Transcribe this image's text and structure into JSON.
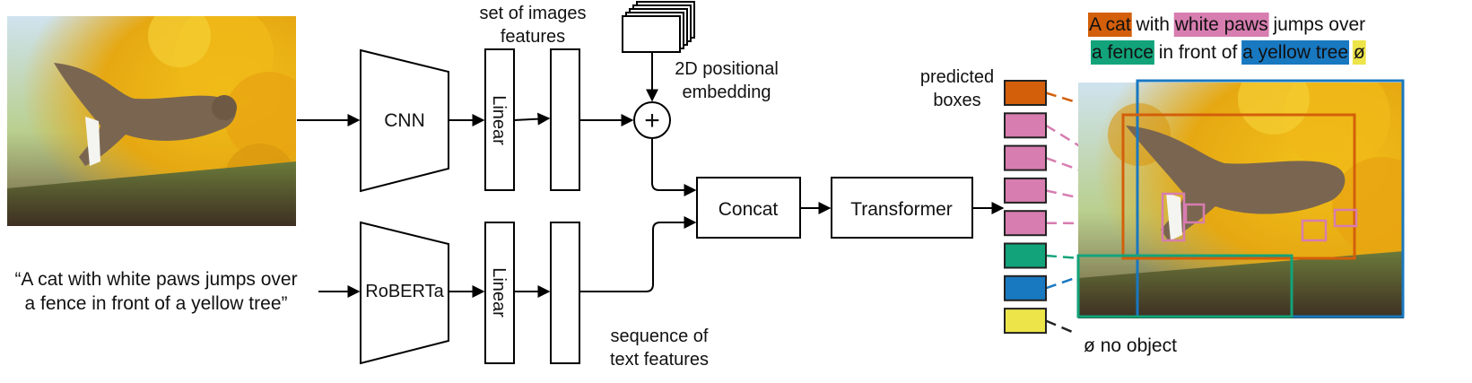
{
  "image_caption_text": {
    "line1": "“A cat with white paws jumps over",
    "line2": "a fence in front of a yellow tree”"
  },
  "modules": {
    "cnn": "CNN",
    "roberta": "RoBERTa",
    "linear_top": "Linear",
    "linear_bottom": "Linear",
    "concat": "Concat",
    "transformer": "Transformer"
  },
  "annotations": {
    "image_features_l1": "set of images",
    "image_features_l2": "features",
    "positional_l1": "2D positional",
    "positional_l2": "embedding",
    "text_features_l1": "sequence of",
    "text_features_l2": "text features",
    "predicted_l1": "predicted",
    "predicted_l2": "boxes",
    "no_object": "ø no object",
    "plus_symbol": "+"
  },
  "caption_phrases": [
    {
      "text": "A cat",
      "highlight": "#d35f0a"
    },
    {
      "text": " with ",
      "highlight": null
    },
    {
      "text": "white paws",
      "highlight": "#d77db0"
    },
    {
      "text": " jumps over",
      "highlight": null
    },
    {
      "text": "a fence",
      "highlight": "#12a37a"
    },
    {
      "text": " in front of ",
      "highlight": null
    },
    {
      "text": "a yellow tree",
      "highlight": "#1878c0"
    },
    {
      "text": " ",
      "highlight": null
    },
    {
      "text": "ø",
      "highlight": "#ede44a"
    }
  ],
  "predicted_boxes": [
    {
      "name": "cat",
      "color": "#d35f0a"
    },
    {
      "name": "paw-1",
      "color": "#d77db0"
    },
    {
      "name": "paw-2",
      "color": "#d77db0"
    },
    {
      "name": "paw-3",
      "color": "#d77db0"
    },
    {
      "name": "paw-4",
      "color": "#d77db0"
    },
    {
      "name": "fence",
      "color": "#12a37a"
    },
    {
      "name": "tree",
      "color": "#1878c0"
    },
    {
      "name": "no-object",
      "color": "#ede44a"
    }
  ]
}
